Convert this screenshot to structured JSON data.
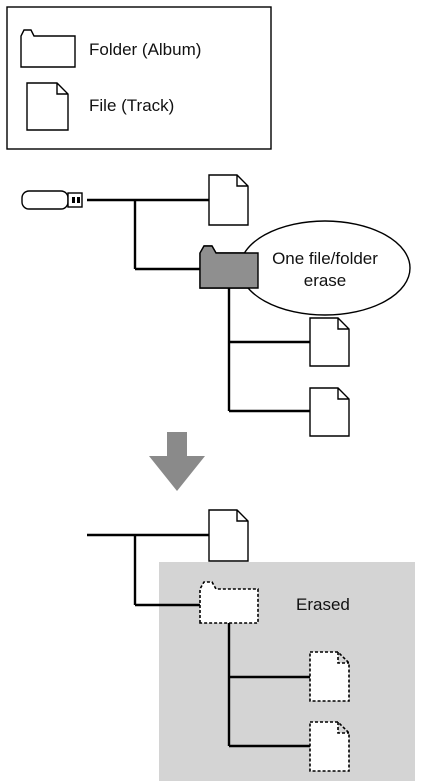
{
  "legend": {
    "folder_label": "Folder (Album)",
    "file_label": "File (Track)"
  },
  "callout": {
    "line1": "One file/folder",
    "line2": "erase"
  },
  "erased_label": "Erased",
  "colors": {
    "stroke": "#000000",
    "selected_folder_fill": "#8f8f8f",
    "erased_area_fill": "#d4d4d4",
    "arrow_fill": "#8a8a8a"
  }
}
